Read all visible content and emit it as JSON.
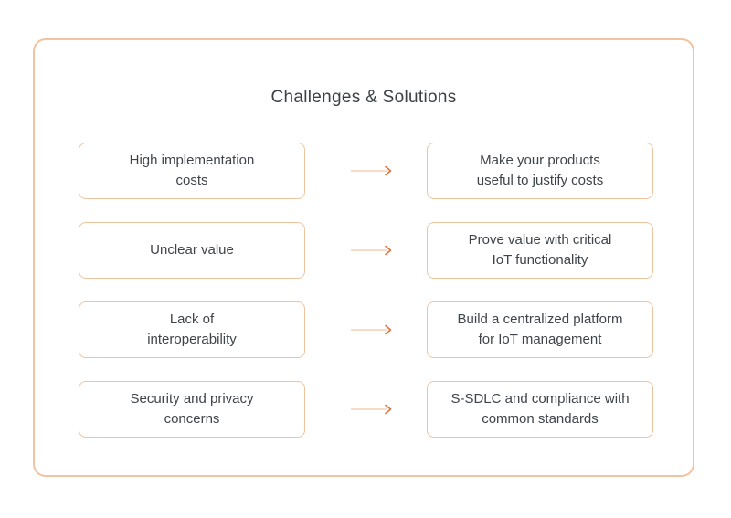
{
  "title": "Challenges & Solutions",
  "rows": [
    {
      "challenge": "High implementation\ncosts",
      "solution": "Make your products\nuseful to justify costs"
    },
    {
      "challenge": "Unclear value",
      "solution": "Prove value with critical\nIoT functionality"
    },
    {
      "challenge": "Lack of\ninteroperability",
      "solution": "Build a centralized platform\nfor IoT management"
    },
    {
      "challenge": "Security and privacy\nconcerns",
      "solution": "S-SDLC and compliance with\ncommon standards"
    }
  ],
  "colors": {
    "frame_border": "#f2c3a0",
    "box_border": "#eec49f",
    "text": "#3f444a",
    "arrow_shaft": "#f3d2b5",
    "arrow_head": "#e0713f",
    "background": "#ffffff"
  }
}
